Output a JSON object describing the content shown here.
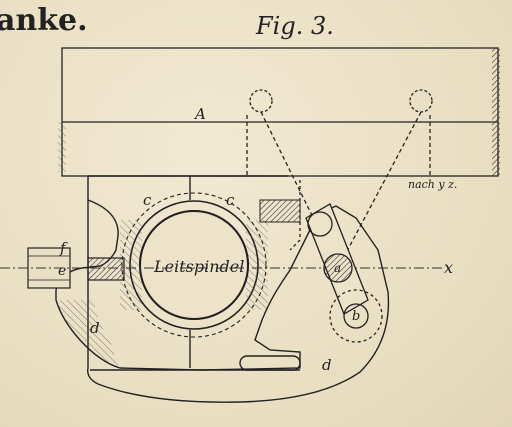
{
  "header": {
    "corner_text": "anke."
  },
  "figure": {
    "title": "Fig. 3.",
    "note": "nach y z.",
    "labels": {
      "A": "A",
      "c_left": "c",
      "c_right": "c",
      "leitspindel": "Leitspindel",
      "f": "f",
      "e": "e",
      "d_left": "d",
      "d_bottom": "d",
      "a": "a",
      "b": "b",
      "x": "x"
    }
  },
  "colors": {
    "paper": "#ece3c9",
    "ink": "#222222",
    "hatch": "#444444"
  }
}
